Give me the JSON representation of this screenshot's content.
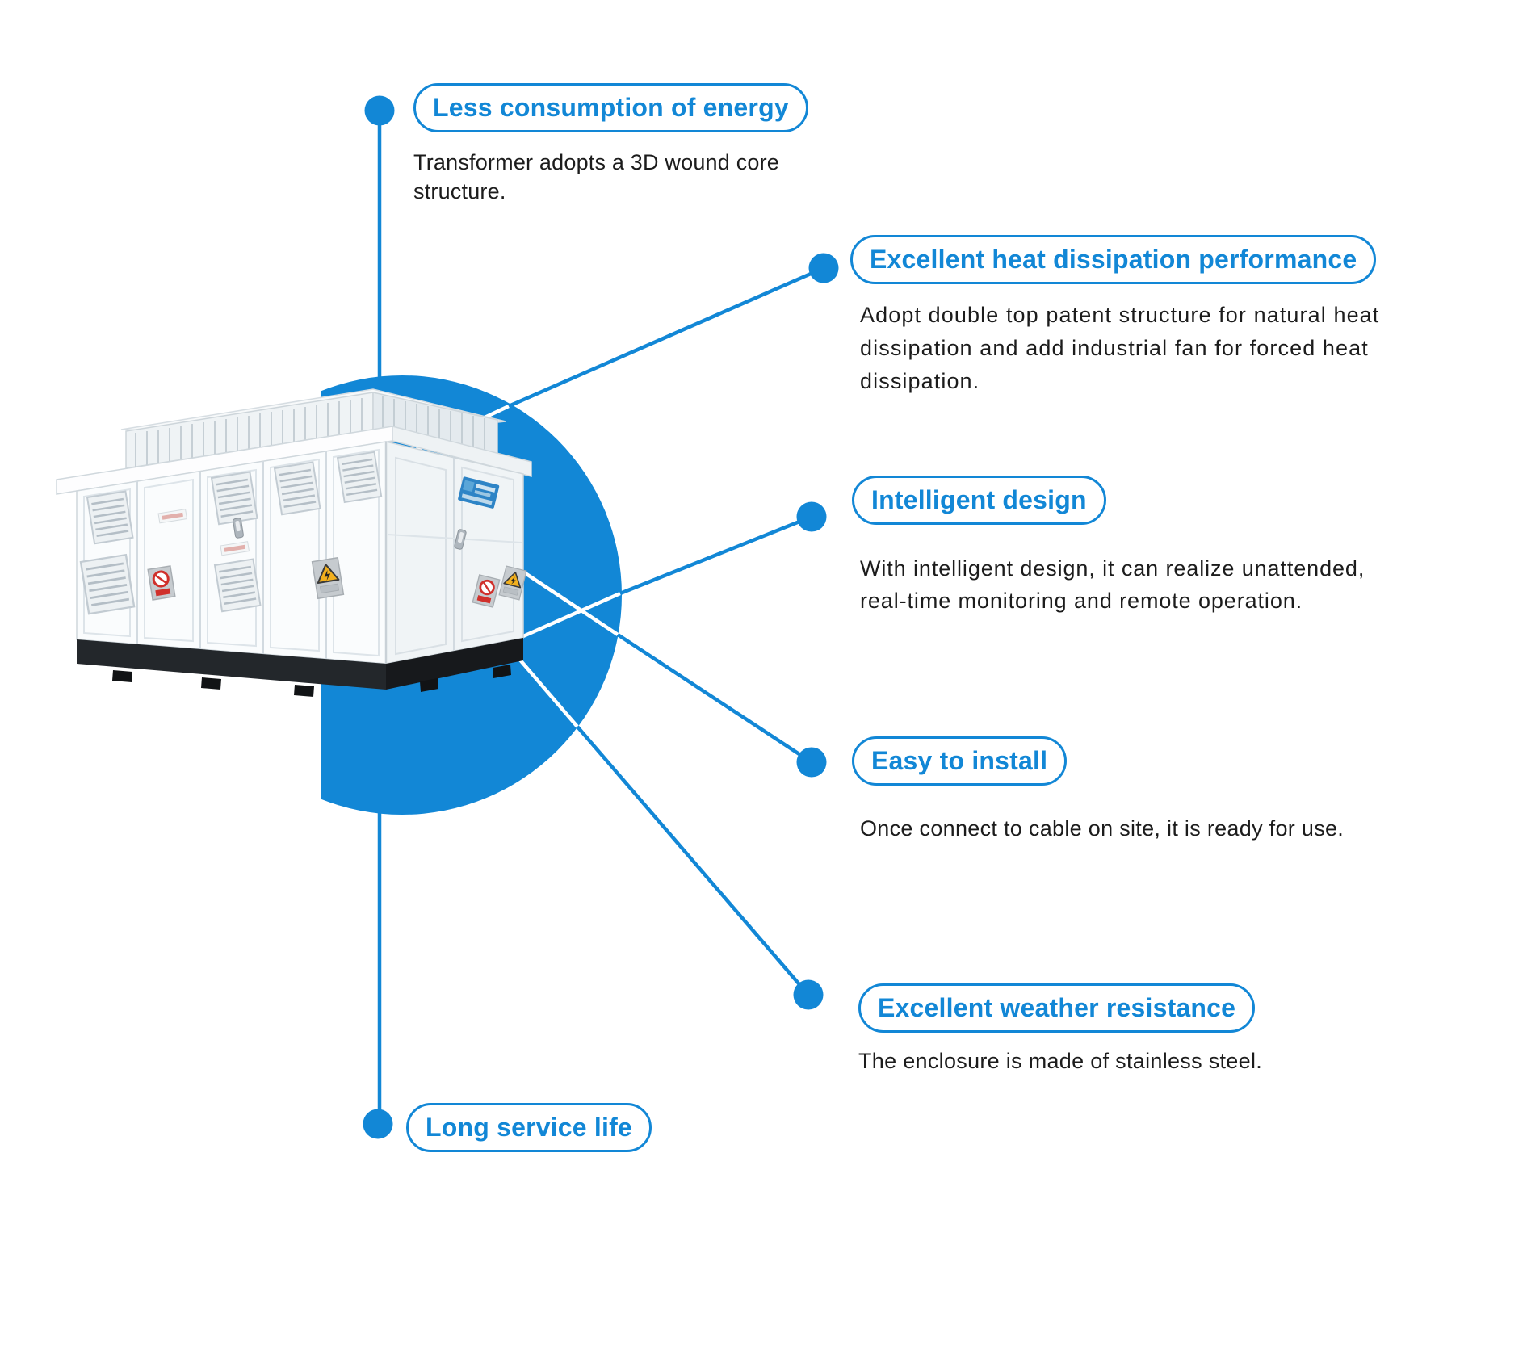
{
  "colors": {
    "accent_blue": "#1287d6",
    "body_text": "#1c1c1c",
    "warning_red": "#d0302b",
    "warning_yellow": "#f2b01e"
  },
  "features": [
    {
      "title": "Less consumption of energy",
      "lines": [
        "Transformer adopts a 3D wound core",
        "structure."
      ]
    },
    {
      "title": "Excellent heat dissipation performance",
      "lines": [
        "Adopt double top patent structure for natural heat",
        "dissipation and add industrial fan for forced heat",
        "dissipation."
      ]
    },
    {
      "title": "Intelligent design",
      "lines": [
        "With intelligent design, it can realize unattended,",
        "real-time monitoring and remote operation."
      ]
    },
    {
      "title": "Easy to install",
      "lines": [
        "Once connect to cable on site, it is ready for use."
      ]
    },
    {
      "title": "Excellent weather resistance",
      "lines": [
        "The enclosure is made of stainless steel."
      ]
    },
    {
      "title": "Long service life",
      "lines": []
    }
  ]
}
